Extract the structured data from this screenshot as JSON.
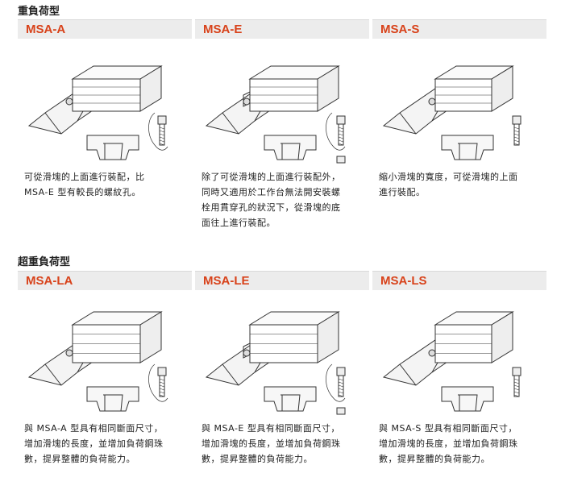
{
  "sections": [
    {
      "title": "重負荷型",
      "cards": [
        {
          "name": "MSA-A",
          "desc": "可從滑塊的上面進行裝配，比\nMSA-E 型有較長的螺紋孔。"
        },
        {
          "name": "MSA-E",
          "desc": "除了可從滑塊的上面進行裝配外，\n同時又適用於工作台無法開安裝螺\n栓用貫穿孔的狀況下，從滑塊的底\n面往上進行裝配。"
        },
        {
          "name": "MSA-S",
          "desc": "縮小滑塊的寬度，可從滑塊的上面\n進行裝配。"
        }
      ]
    },
    {
      "title": "超重負荷型",
      "cards": [
        {
          "name": "MSA-LA",
          "desc": "與 MSA-A 型具有相同斷面尺寸，\n增加滑塊的長度，並增加負荷鋼珠\n數，提昇整體的負荷能力。"
        },
        {
          "name": "MSA-LE",
          "desc": "與 MSA-E 型具有相同斷面尺寸，\n增加滑塊的長度，並增加負荷鋼珠\n數，提昇整體的負荷能力。"
        },
        {
          "name": "MSA-LS",
          "desc": "與 MSA-S 型具有相同斷面尺寸，\n增加滑塊的長度，並增加負荷鋼珠\n數，提昇整體的負荷能力。"
        }
      ]
    }
  ],
  "colors": {
    "accent": "#d8421a",
    "header_bg": "#ececec"
  }
}
